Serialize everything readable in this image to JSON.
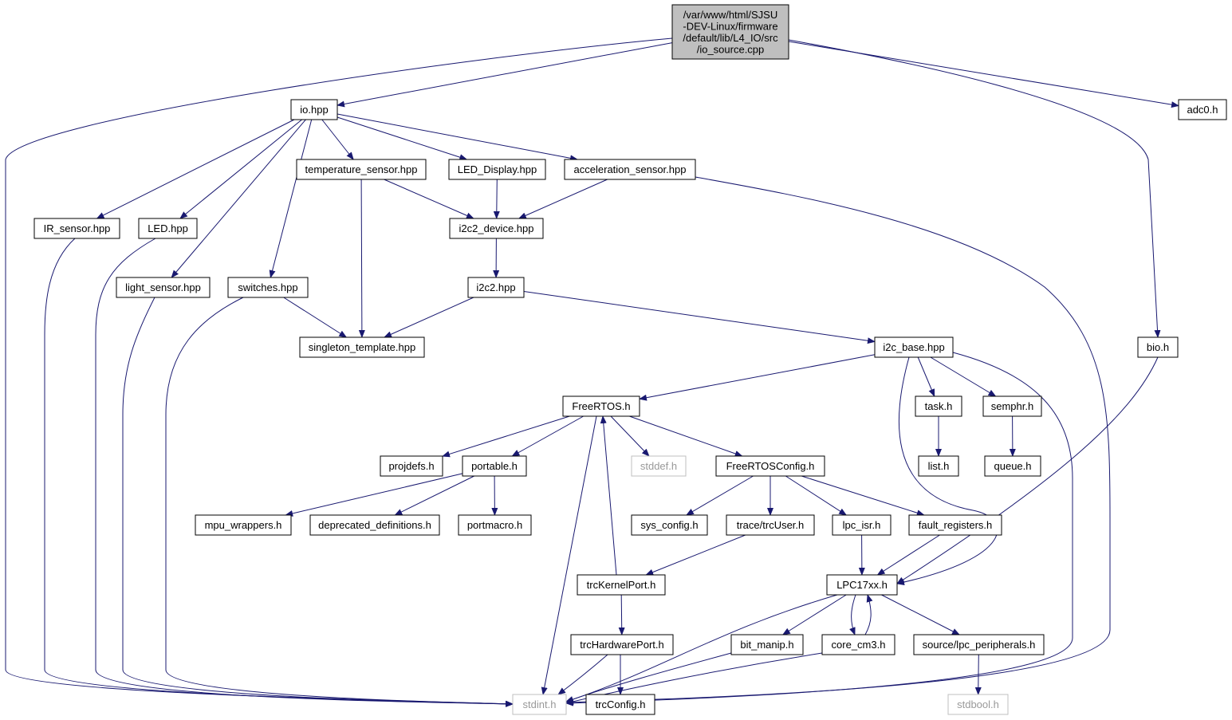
{
  "colors": {
    "edge": "#191970",
    "node_border": "#000000",
    "node_fill": "#ffffff",
    "root_fill": "#bfbfbf",
    "missing_border": "#bfbfbf",
    "missing_text": "#999999"
  },
  "nodes": [
    {
      "id": "root",
      "lines": [
        "/var/www/html/SJSU",
        "-DEV-Linux/firmware",
        "/default/lib/L4_IO/src",
        "/io_source.cpp"
      ],
      "style": "root"
    },
    {
      "id": "io",
      "label": "io.hpp"
    },
    {
      "id": "adc0",
      "label": "adc0.h"
    },
    {
      "id": "temp",
      "label": "temperature_sensor.hpp"
    },
    {
      "id": "leddisp",
      "label": "LED_Display.hpp"
    },
    {
      "id": "accel",
      "label": "acceleration_sensor.hpp"
    },
    {
      "id": "ir",
      "label": "IR_sensor.hpp"
    },
    {
      "id": "led",
      "label": "LED.hpp"
    },
    {
      "id": "i2cdev",
      "label": "i2c2_device.hpp"
    },
    {
      "id": "light",
      "label": "light_sensor.hpp"
    },
    {
      "id": "switches",
      "label": "switches.hpp"
    },
    {
      "id": "i2c2",
      "label": "i2c2.hpp"
    },
    {
      "id": "singleton",
      "label": "singleton_template.hpp"
    },
    {
      "id": "i2cbase",
      "label": "i2c_base.hpp"
    },
    {
      "id": "bio",
      "label": "bio.h"
    },
    {
      "id": "freertos",
      "label": "FreeRTOS.h"
    },
    {
      "id": "task",
      "label": "task.h"
    },
    {
      "id": "semphr",
      "label": "semphr.h"
    },
    {
      "id": "projdefs",
      "label": "projdefs.h"
    },
    {
      "id": "portable",
      "label": "portable.h"
    },
    {
      "id": "stddef",
      "label": "stddef.h",
      "style": "missing"
    },
    {
      "id": "frconfig",
      "label": "FreeRTOSConfig.h"
    },
    {
      "id": "list",
      "label": "list.h"
    },
    {
      "id": "queue",
      "label": "queue.h"
    },
    {
      "id": "mpu",
      "label": "mpu_wrappers.h"
    },
    {
      "id": "deprec",
      "label": "deprecated_definitions.h"
    },
    {
      "id": "portmacro",
      "label": "portmacro.h"
    },
    {
      "id": "sysconfig",
      "label": "sys_config.h"
    },
    {
      "id": "trcuser",
      "label": "trace/trcUser.h"
    },
    {
      "id": "lpcisr",
      "label": "lpc_isr.h"
    },
    {
      "id": "fault",
      "label": "fault_registers.h"
    },
    {
      "id": "trckernel",
      "label": "trcKernelPort.h"
    },
    {
      "id": "lpc17",
      "label": "LPC17xx.h"
    },
    {
      "id": "trchw",
      "label": "trcHardwarePort.h"
    },
    {
      "id": "bitmanip",
      "label": "bit_manip.h"
    },
    {
      "id": "corecm3",
      "label": "core_cm3.h"
    },
    {
      "id": "lpcperiph",
      "label": "source/lpc_peripherals.h"
    },
    {
      "id": "stdint",
      "label": "stdint.h",
      "style": "missing"
    },
    {
      "id": "trcconfig",
      "label": "trcConfig.h"
    },
    {
      "id": "stdbool",
      "label": "stdbool.h",
      "style": "missing"
    }
  ],
  "edges": [
    [
      "root",
      "io"
    ],
    [
      "root",
      "adc0"
    ],
    [
      "root",
      "bio"
    ],
    [
      "root",
      "stdint"
    ],
    [
      "io",
      "temp"
    ],
    [
      "io",
      "leddisp"
    ],
    [
      "io",
      "accel"
    ],
    [
      "io",
      "ir"
    ],
    [
      "io",
      "led"
    ],
    [
      "io",
      "light"
    ],
    [
      "io",
      "switches"
    ],
    [
      "temp",
      "i2cdev"
    ],
    [
      "temp",
      "singleton"
    ],
    [
      "leddisp",
      "i2cdev"
    ],
    [
      "accel",
      "i2cdev"
    ],
    [
      "accel",
      "stdint"
    ],
    [
      "ir",
      "stdint"
    ],
    [
      "led",
      "stdint"
    ],
    [
      "light",
      "stdint"
    ],
    [
      "switches",
      "singleton"
    ],
    [
      "switches",
      "stdint"
    ],
    [
      "i2cdev",
      "i2c2"
    ],
    [
      "i2c2",
      "singleton"
    ],
    [
      "i2c2",
      "i2cbase"
    ],
    [
      "i2cbase",
      "freertos"
    ],
    [
      "i2cbase",
      "task"
    ],
    [
      "i2cbase",
      "semphr"
    ],
    [
      "i2cbase",
      "lpc17"
    ],
    [
      "i2cbase",
      "stdint"
    ],
    [
      "bio",
      "lpc17"
    ],
    [
      "freertos",
      "projdefs"
    ],
    [
      "freertos",
      "portable"
    ],
    [
      "freertos",
      "stddef"
    ],
    [
      "freertos",
      "frconfig"
    ],
    [
      "freertos",
      "stdint"
    ],
    [
      "task",
      "list"
    ],
    [
      "semphr",
      "queue"
    ],
    [
      "portable",
      "mpu"
    ],
    [
      "portable",
      "deprec"
    ],
    [
      "portable",
      "portmacro"
    ],
    [
      "frconfig",
      "sysconfig"
    ],
    [
      "frconfig",
      "trcuser"
    ],
    [
      "frconfig",
      "lpcisr"
    ],
    [
      "frconfig",
      "fault"
    ],
    [
      "trcuser",
      "trckernel"
    ],
    [
      "trckernel",
      "freertos"
    ],
    [
      "trckernel",
      "trchw"
    ],
    [
      "lpcisr",
      "lpc17"
    ],
    [
      "fault",
      "lpc17"
    ],
    [
      "lpc17",
      "bitmanip"
    ],
    [
      "lpc17",
      "corecm3"
    ],
    [
      "lpc17",
      "lpcperiph"
    ],
    [
      "lpc17",
      "stdint"
    ],
    [
      "corecm3",
      "lpc17"
    ],
    [
      "corecm3",
      "stdint"
    ],
    [
      "bitmanip",
      "stdint"
    ],
    [
      "trchw",
      "stdint"
    ],
    [
      "trchw",
      "trcconfig"
    ],
    [
      "lpcperiph",
      "stdbool"
    ]
  ]
}
